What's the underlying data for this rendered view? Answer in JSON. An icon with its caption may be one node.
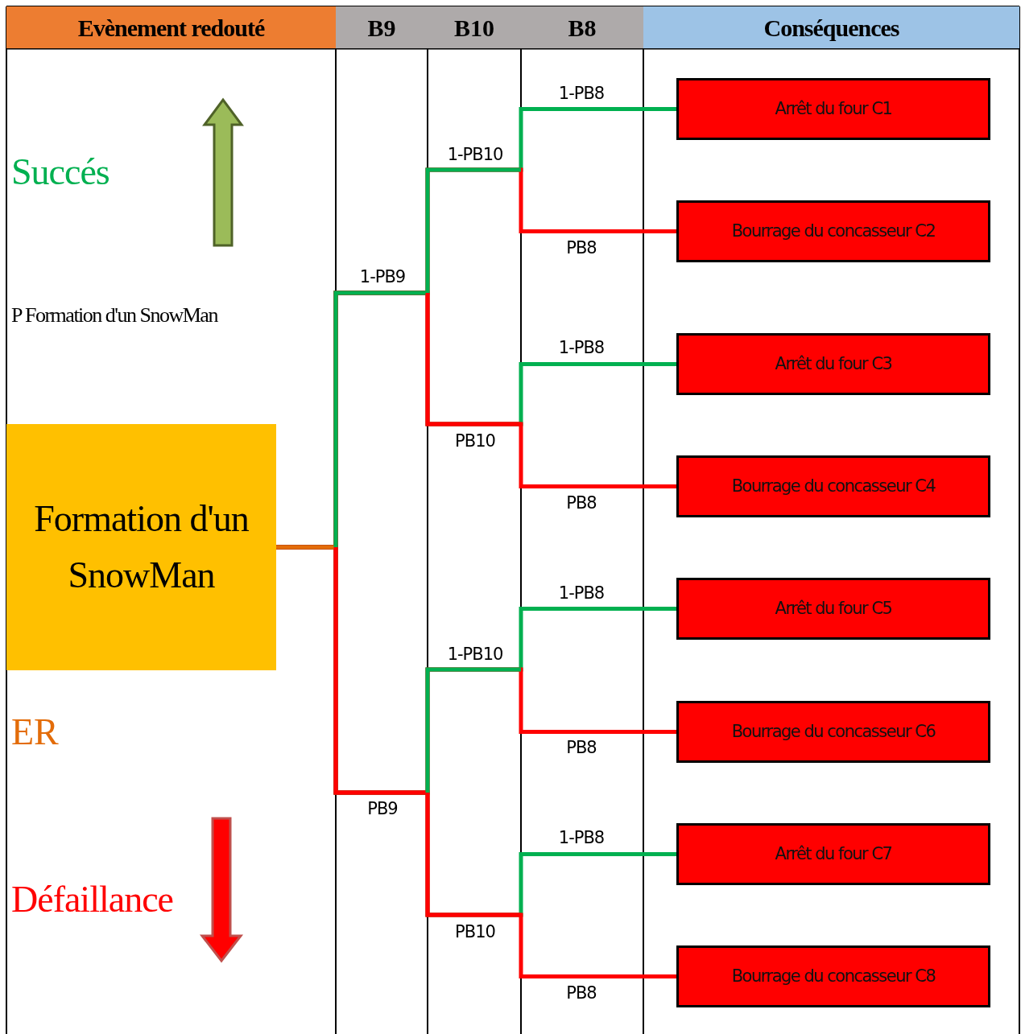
{
  "diagram": {
    "nodes": [
      {
        "text": [
          "Evènement redouté"
        ]
      },
      {
        "text": [
          "B9"
        ]
      },
      {
        "text": [
          "B10"
        ]
      },
      {
        "text": [
          "B8"
        ]
      },
      {
        "text": [
          "Conséquences"
        ]
      },
      {
        "text": [
          "Formation d'un SnowMan"
        ]
      },
      {
        "text": [
          "Arrêt du four C1"
        ]
      },
      {
        "text": [
          "Bourrage du concasseur C2"
        ]
      },
      {
        "text": [
          "Arrêt du four C3"
        ]
      },
      {
        "text": [
          "Bourrage du concasseur C4"
        ]
      },
      {
        "text": [
          "Arrêt du four C5"
        ]
      },
      {
        "text": [
          "Bourrage du concasseur C6"
        ]
      },
      {
        "text": [
          "Arrêt du four C7"
        ]
      },
      {
        "text": [
          "Bourrage du concasseur C8"
        ]
      }
    ],
    "edges": [
      {
        "from": 5,
        "to": 6,
        "arrow": "none",
        "color": "#00b050"
      },
      {
        "from": 5,
        "to": 7,
        "arrow": "none",
        "color": "#ff0000"
      },
      {
        "from": 5,
        "to": 8,
        "arrow": "none",
        "color": "#00b050"
      },
      {
        "from": 5,
        "to": 9,
        "arrow": "none",
        "color": "#ff0000"
      },
      {
        "from": 5,
        "to": 10,
        "arrow": "none",
        "color": "#00b050"
      },
      {
        "from": 5,
        "to": 11,
        "arrow": "none",
        "color": "#ff0000"
      },
      {
        "from": 5,
        "to": 12,
        "arrow": "none",
        "color": "#00b050"
      },
      {
        "from": 5,
        "to": 13,
        "arrow": "none",
        "color": "#ff0000"
      }
    ],
    "labels": [
      "1-PB8",
      "1-PB10",
      "Succés",
      "PB8",
      "1-PB9",
      "P Formation d'un SnowMan",
      "1-PB8",
      "PB10",
      "PB8",
      "1-PB8",
      "1-PB10",
      "ER",
      "PB8",
      "PB9",
      "1-PB8",
      "Défaillance",
      "PB10",
      "PB8"
    ]
  }
}
